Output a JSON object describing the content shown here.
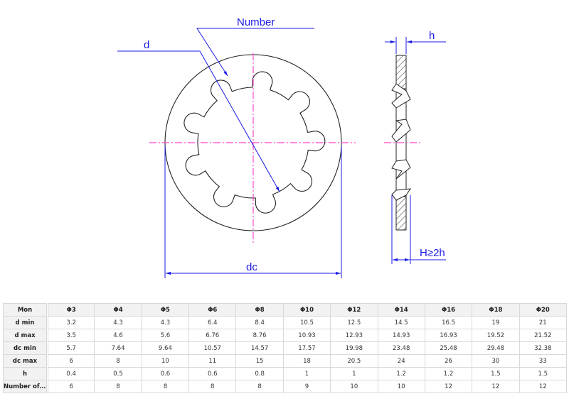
{
  "drawing": {
    "labels": {
      "number": "Number",
      "d": "d",
      "dc": "dc",
      "h": "h",
      "H": "H≥2h"
    },
    "colors": {
      "dimension": "#1a1ae6",
      "centerline": "#ff44cc",
      "outline": "#222222"
    },
    "teeth_count": 9
  },
  "table": {
    "row_header_label": "Mon",
    "columns": [
      "Φ3",
      "Φ4",
      "Φ5",
      "Φ6",
      "Φ8",
      "Φ10",
      "Φ12",
      "Φ14",
      "Φ16",
      "Φ18",
      "Φ20"
    ],
    "rows": [
      {
        "label": "d min",
        "values": [
          "3.2",
          "4.3",
          "4.3",
          "6.4",
          "8.4",
          "10.5",
          "12.5",
          "14.5",
          "16.5",
          "19",
          "21"
        ]
      },
      {
        "label": "d max",
        "values": [
          "3.5",
          "4.6",
          "5.6",
          "6.76",
          "8.76",
          "10.93",
          "12.93",
          "14.93",
          "16.93",
          "19.52",
          "21.52"
        ]
      },
      {
        "label": "dc min",
        "values": [
          "5.7",
          "7.64",
          "9.64",
          "10.57",
          "14.57",
          "17.57",
          "19.98",
          "23.48",
          "25.48",
          "29.48",
          "32.38"
        ]
      },
      {
        "label": "dc max",
        "values": [
          "6",
          "8",
          "10",
          "11",
          "15",
          "18",
          "20.5",
          "24",
          "26",
          "30",
          "33"
        ]
      },
      {
        "label": "h",
        "values": [
          "0.4",
          "0.5",
          "0.6",
          "0.6",
          "0.8",
          "1",
          "1",
          "1.2",
          "1.2",
          "1.5",
          "1.5"
        ]
      },
      {
        "label": "Number of t...",
        "values": [
          "6",
          "8",
          "8",
          "8",
          "8",
          "9",
          "10",
          "10",
          "12",
          "12",
          "12"
        ]
      }
    ]
  }
}
